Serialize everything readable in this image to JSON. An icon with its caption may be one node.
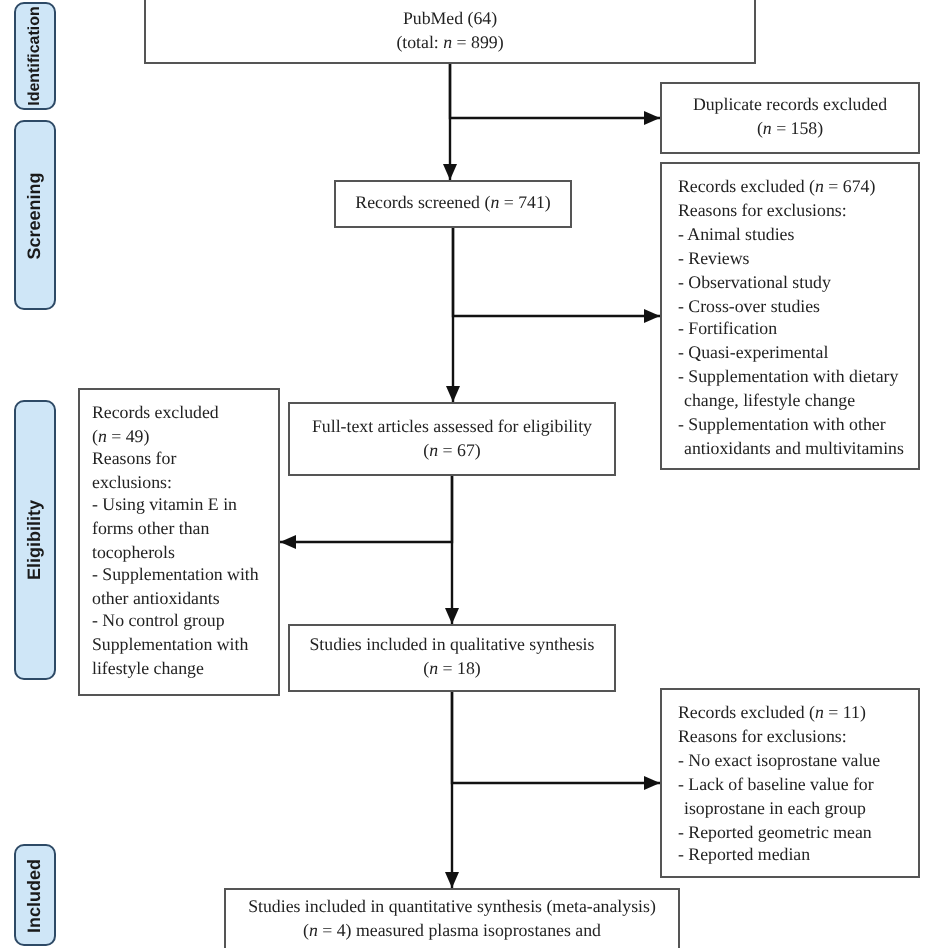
{
  "diagram": {
    "nodes": [
      {
        "text": [
          "Identification"
        ]
      },
      {
        "text": [
          "PubMed (64)",
          "(total: *n* = 899)"
        ]
      },
      {
        "text": [
          "Duplicate records excluded (*n* = 158)"
        ]
      },
      {
        "text": [
          "Screening"
        ]
      },
      {
        "text": [
          "Records screened (*n* = 741)"
        ]
      },
      {
        "text": [
          "Records excluded (*n* = 674)",
          "Reasons for exclusions:",
          "- Animal studies",
          "- Reviews",
          "- Observational study",
          "- Cross-over studies",
          "- Fortification",
          "- Quasi-experimental",
          "- Supplementation with dietary change, lifestyle change",
          "- Supplementation with other antioxidants and multivitamins"
        ]
      },
      {
        "text": [
          "Eligibility"
        ]
      },
      {
        "text": [
          "Records excluded (*n* = 49)",
          "Reasons for exclusions:",
          "- Using vitamin E in forms other than tocopherols",
          "- Supplementation with other antioxidants",
          "- No control group",
          "Supplementation with lifestyle change"
        ]
      },
      {
        "text": [
          "Full-text articles assessed for eligibility (*n* = 67)"
        ]
      },
      {
        "text": [
          "Studies included in qualitative synthesis (*n* = 18)"
        ]
      },
      {
        "text": [
          "Records excluded (*n* = 11)",
          "Reasons for exclusions:",
          "- No exact isoprostane value",
          "- Lack of baseline value for isoprostane in each group",
          "- Reported geometric mean",
          "- Reported median"
        ]
      },
      {
        "text": [
          "Included"
        ]
      },
      {
        "text": [
          "Studies included in quantitative synthesis (meta-analysis) (*n* = 4) measured plasma isoprostanes and"
        ]
      }
    ],
    "edges": [
      {
        "from": 1,
        "to": 2,
        "arrow": "to"
      },
      {
        "from": 1,
        "to": 4,
        "arrow": "to"
      },
      {
        "from": 4,
        "to": 5,
        "arrow": "to"
      },
      {
        "from": 4,
        "to": 8,
        "arrow": "to"
      },
      {
        "from": 8,
        "to": 7,
        "arrow": "to"
      },
      {
        "from": 8,
        "to": 9,
        "arrow": "to"
      },
      {
        "from": 9,
        "to": 10,
        "arrow": "to"
      },
      {
        "from": 9,
        "to": 12,
        "arrow": "to"
      }
    ]
  }
}
